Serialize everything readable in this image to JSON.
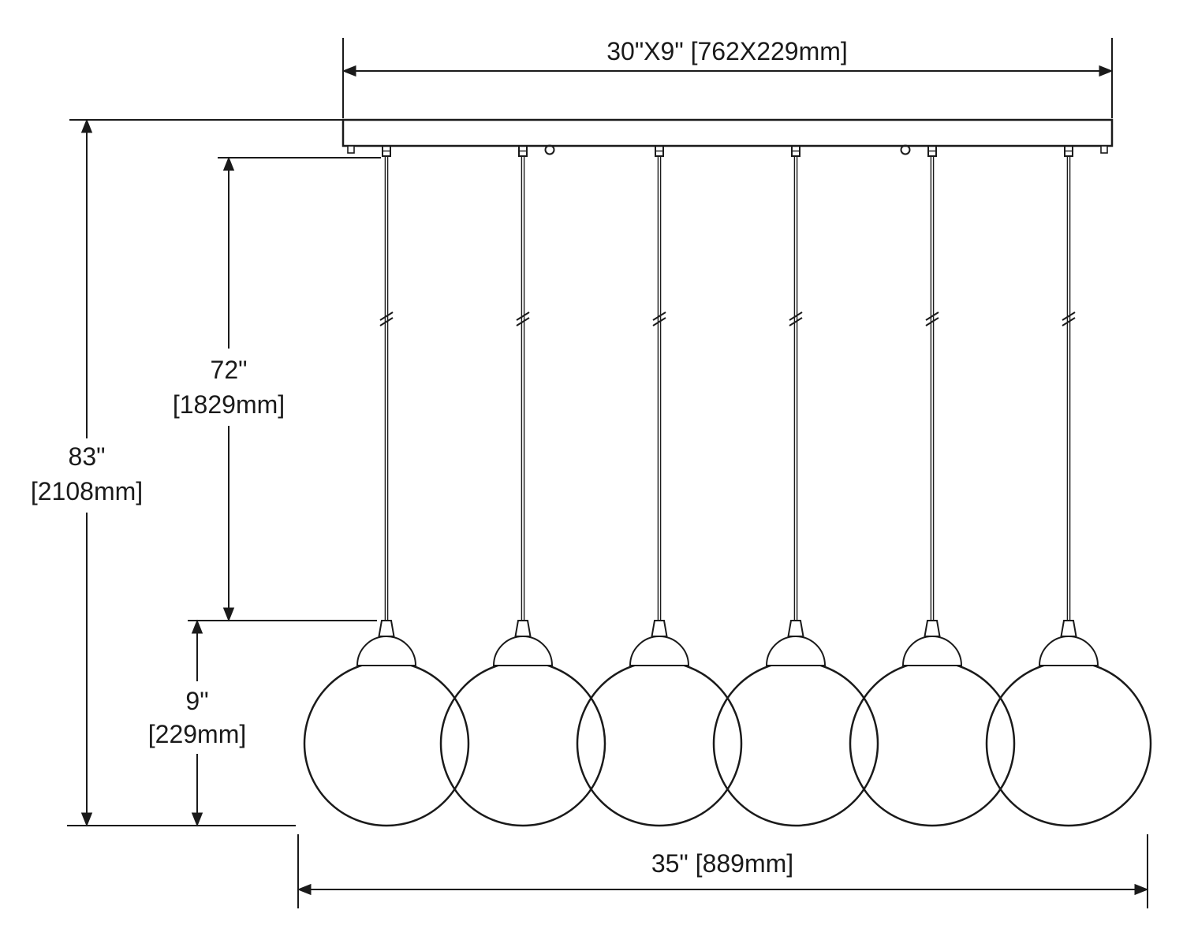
{
  "diagram": {
    "type": "technical-dimension-drawing",
    "subject": "6-light multi-pendant linear fixture",
    "pendant_count": 6,
    "labels": {
      "canopy_size": "30\"X9\" [762X229mm]",
      "overall_height_in": "83\"",
      "overall_height_mm": "[2108mm]",
      "cord_drop_in": "72\"",
      "cord_drop_mm": "[1829mm]",
      "shade_height_in": "9\"",
      "shade_height_mm": "[229mm]",
      "overall_width": "35\" [889mm]"
    },
    "values": {
      "canopy": {
        "width_in": 30,
        "depth_in": 9,
        "width_mm": 762,
        "depth_mm": 229
      },
      "overall_height": {
        "in": 83,
        "mm": 2108
      },
      "cord_drop": {
        "in": 72,
        "mm": 1829
      },
      "shade_height": {
        "in": 9,
        "mm": 229
      },
      "overall_width": {
        "in": 35,
        "mm": 889
      }
    },
    "colors": {
      "line": "#1a1a1a",
      "background": "#ffffff"
    }
  }
}
